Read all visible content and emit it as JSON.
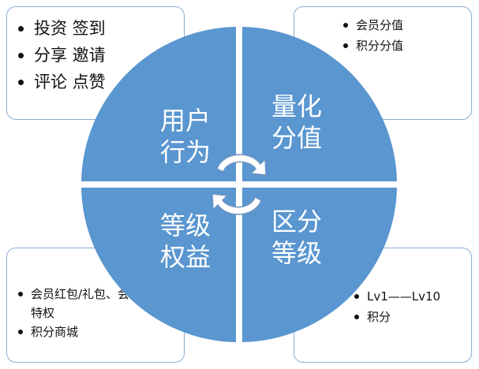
{
  "boxes": {
    "top_left": {
      "items": [
        "投资 签到",
        "分享 邀请",
        "评论 点赞"
      ]
    },
    "top_right": {
      "items": [
        "会员分值",
        "积分分值"
      ]
    },
    "bottom_left": {
      "items": [
        "会员红包/礼包、会员特权",
        "积分商城"
      ]
    },
    "bottom_right": {
      "items": [
        "Lv1——Lv10",
        "积分"
      ]
    }
  },
  "quadrants": {
    "top_left": [
      "用户",
      "行为"
    ],
    "top_right": [
      "量化",
      "分值"
    ],
    "bottom_left": [
      "等级",
      "权益"
    ],
    "bottom_right": [
      "区分",
      "等级"
    ]
  },
  "colors": {
    "quadrant_fill": "#5a96d0",
    "box_border": "#8aaed6",
    "arrow_fill": "#ffffff",
    "arrow_stroke": "#6f95c2"
  },
  "icons": [
    "cycle-arrow-icon"
  ]
}
